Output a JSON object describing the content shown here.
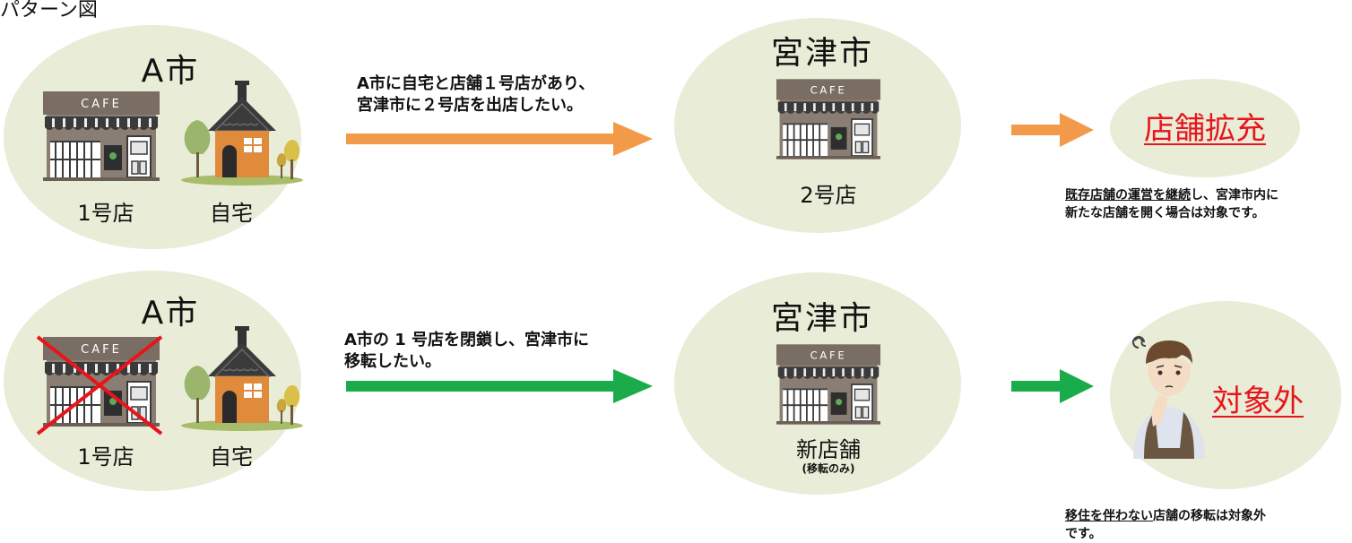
{
  "title": "パターン図",
  "colors": {
    "ellipse": "#e9ecd6",
    "orange_arrow": "#f39a4a",
    "green_arrow": "#1aac4a",
    "result_text": "#e8141c",
    "cross": "#e8141c"
  },
  "row1": {
    "left_city": "A市",
    "store_label": "1号店",
    "home_label": "自宅",
    "description": [
      "A市に自宅と店舗１号店があり、",
      "宮津市に２号店を出店したい。"
    ],
    "right_city": "宮津市",
    "right_store_label": "2号店",
    "result": "店舗拡充",
    "note": {
      "underlined": "既存店舗の運営を継続",
      "rest_line1": "し、宮津市内に",
      "line2": "新たな店舗を開く場合は対象です。"
    }
  },
  "row2": {
    "left_city": "A市",
    "store_label": "1号店",
    "home_label": "自宅",
    "description": [
      "A市の 1 号店を閉鎖し、宮津市に",
      "移転したい。"
    ],
    "right_city": "宮津市",
    "right_store_label": "新店舗",
    "right_store_sublabel": "(移転のみ)",
    "result": "対象外",
    "note": {
      "underlined": "移住を伴わない",
      "rest_line1": "店舗の移転は対象外",
      "line2": "です。"
    }
  },
  "cafe_sign": "CAFE",
  "icons": [
    "cafe-store-icon",
    "house-icon",
    "tree-icon",
    "worried-person-icon",
    "cross-mark-icon"
  ]
}
